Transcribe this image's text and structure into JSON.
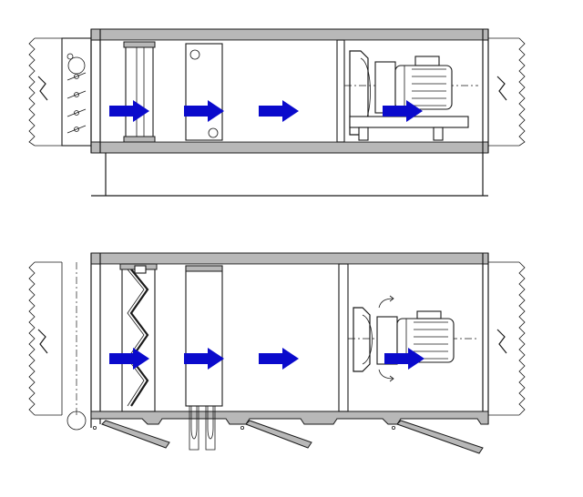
{
  "diagram": {
    "views": [
      {
        "name": "upper-view",
        "arrow_count": 4
      },
      {
        "name": "lower-view",
        "arrow_count": 4
      }
    ],
    "colors": {
      "arrow": "#0a0acc",
      "casing": "#b8b8b8",
      "line": "#1a1a1a",
      "background": "#ffffff"
    },
    "icons": [
      "airflow-arrow-icon",
      "fan-motor-icon",
      "flexible-connector-icon",
      "damper-icon",
      "filter-icon",
      "coil-icon"
    ]
  }
}
